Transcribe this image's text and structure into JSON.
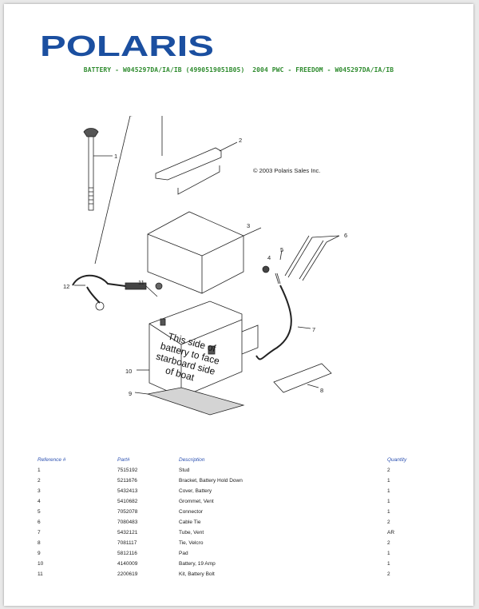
{
  "brand": {
    "logo_text": "POLARIS",
    "logo_color": "#1b4fa0"
  },
  "subtitle": "BATTERY - W045297DA/IA/IB (4990519051B05)  2004 PWC - FREEDOM - W045297DA/IA/IB",
  "diagram": {
    "copyright": "© 2003 Polaris Sales Inc.",
    "battery_label_lines": [
      "This side of",
      "battery to face",
      "starboard side",
      "of boat"
    ],
    "callouts": [
      "1",
      "2",
      "3",
      "4",
      "5",
      "6",
      "7",
      "8",
      "9",
      "10",
      "11",
      "12"
    ]
  },
  "table": {
    "headers": {
      "ref": "Reference #",
      "part": "Part#",
      "desc": "Description",
      "qty": "Quantity"
    },
    "rows": [
      {
        "ref": "1",
        "part": "7515192",
        "desc": "Stud",
        "qty": "2"
      },
      {
        "ref": "2",
        "part": "5211676",
        "desc": "Bracket, Battery Hold Down",
        "qty": "1"
      },
      {
        "ref": "3",
        "part": "5432413",
        "desc": "Cover, Battery",
        "qty": "1"
      },
      {
        "ref": "4",
        "part": "5410682",
        "desc": "Grommet, Vent",
        "qty": "1"
      },
      {
        "ref": "5",
        "part": "7052078",
        "desc": "Connector",
        "qty": "1"
      },
      {
        "ref": "6",
        "part": "7080483",
        "desc": "Cable Tie",
        "qty": "2"
      },
      {
        "ref": "7",
        "part": "5432121",
        "desc": "Tube, Vent",
        "qty": "AR"
      },
      {
        "ref": "8",
        "part": "7081117",
        "desc": "Tie, Velcro",
        "qty": "2"
      },
      {
        "ref": "9",
        "part": "5812116",
        "desc": "Pad",
        "qty": "1"
      },
      {
        "ref": "10",
        "part": "4140009",
        "desc": "Battery, 19 Amp",
        "qty": "1"
      },
      {
        "ref": "11",
        "part": "2200619",
        "desc": "Kit, Battery Bolt",
        "qty": "2"
      }
    ]
  }
}
